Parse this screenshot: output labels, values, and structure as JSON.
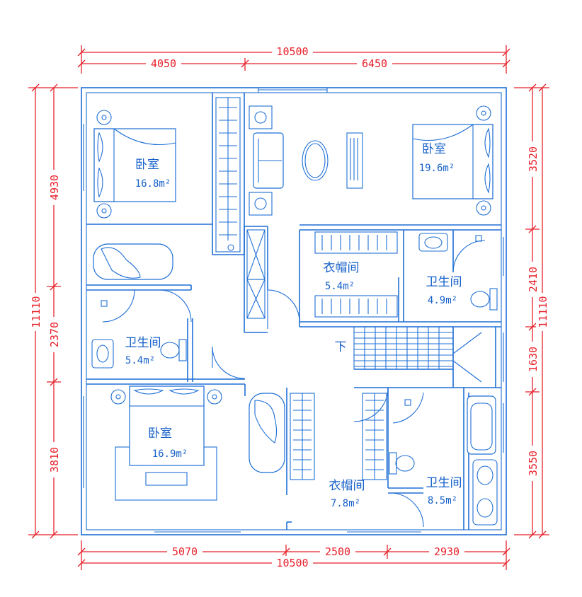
{
  "colors": {
    "wall": "#1f6fd6",
    "dimension": "#e8202a",
    "text": "#1560c9"
  },
  "dimensions": {
    "top_total": "10500",
    "top_left": "4050",
    "top_right": "6450",
    "bottom_left": "5070",
    "bottom_mid": "2500",
    "bottom_right": "2930",
    "bottom_total": "10500",
    "left_outer_total": "11110",
    "left_top": "4930",
    "left_mid": "2370",
    "left_bottom": "3810",
    "right_top": "3520",
    "right_mid1": "2410",
    "right_mid2": "1630",
    "right_bottom": "3550",
    "right_outer_total": "11110"
  },
  "rooms": {
    "bedroom_nw": {
      "name": "卧室",
      "area": "16.8m²"
    },
    "bedroom_ne": {
      "name": "卧室",
      "area": "19.6m²"
    },
    "bedroom_sw": {
      "name": "卧室",
      "area": "16.9m²"
    },
    "closet_mid": {
      "name": "衣帽间",
      "area": "5.4m²"
    },
    "closet_south": {
      "name": "衣帽间",
      "area": "7.8m²"
    },
    "bath_east": {
      "name": "卫生间",
      "area": "4.9m²"
    },
    "bath_west": {
      "name": "卫生间",
      "area": "5.4m²"
    },
    "bath_se": {
      "name": "卫生间",
      "area": "8.5m²"
    }
  },
  "stair": {
    "label": "下"
  }
}
